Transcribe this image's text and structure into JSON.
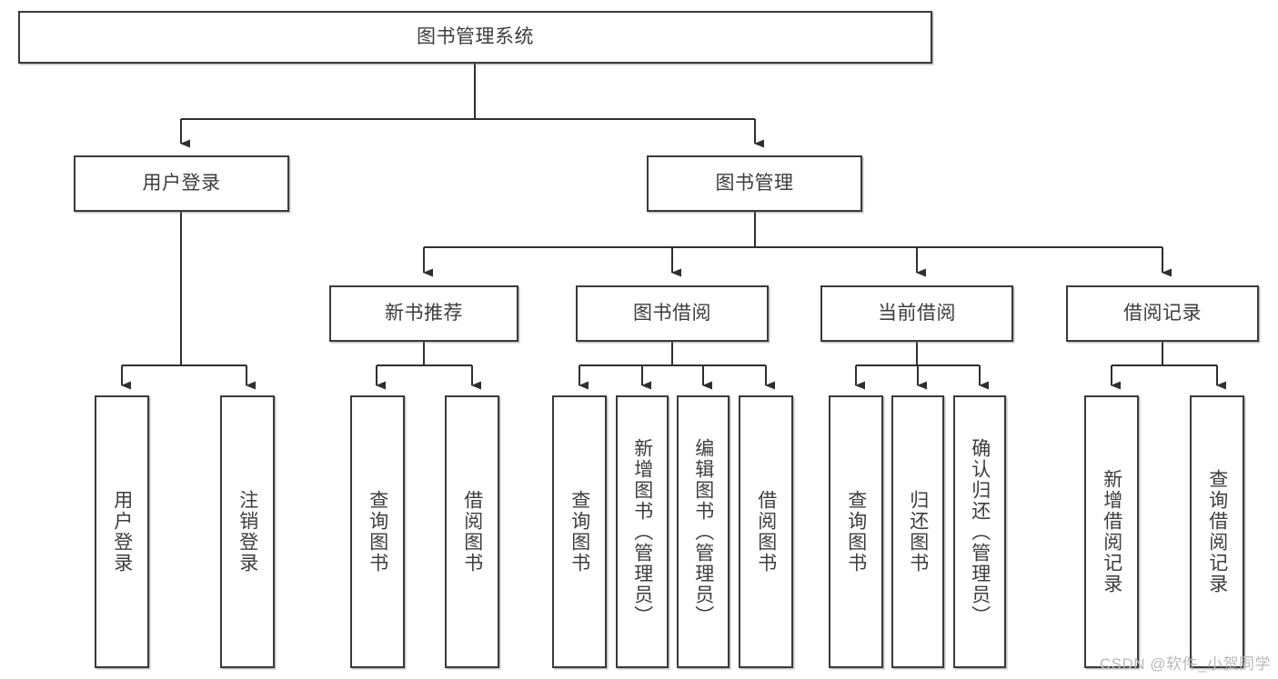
{
  "diagram": {
    "type": "hierarchy-tree",
    "title": "图书管理系统",
    "orientation": "top-down",
    "root": {
      "id": "root",
      "label": "图书管理系统"
    },
    "level2": [
      {
        "id": "user-login",
        "label": "用户登录"
      },
      {
        "id": "book-manage",
        "label": "图书管理"
      }
    ],
    "level3": [
      {
        "id": "new-book-recommend",
        "label": "新书推荐"
      },
      {
        "id": "book-borrow",
        "label": "图书借阅"
      },
      {
        "id": "current-borrow",
        "label": "当前借阅"
      },
      {
        "id": "borrow-record",
        "label": "借阅记录"
      }
    ],
    "leaves": {
      "user_login": [
        {
          "id": "leaf-user-login",
          "label": "用户登录"
        },
        {
          "id": "leaf-logout-login",
          "label": "注销登录"
        }
      ],
      "new_book_recommend": [
        {
          "id": "leaf-query-book-1",
          "label": "查询图书"
        },
        {
          "id": "leaf-borrow-book-1",
          "label": "借阅图书"
        }
      ],
      "book_borrow": [
        {
          "id": "leaf-query-book-2",
          "label": "查询图书"
        },
        {
          "id": "leaf-add-book",
          "label": "新增图书（管理员）"
        },
        {
          "id": "leaf-edit-book",
          "label": "编辑图书（管理员）"
        },
        {
          "id": "leaf-borrow-book-2",
          "label": "借阅图书"
        }
      ],
      "current_borrow": [
        {
          "id": "leaf-query-book-3",
          "label": "查询图书"
        },
        {
          "id": "leaf-return-book",
          "label": "归还图书"
        },
        {
          "id": "leaf-confirm-return",
          "label": "确认归还（管理员）"
        }
      ],
      "borrow_record": [
        {
          "id": "leaf-add-record",
          "label": "新增借阅记录"
        },
        {
          "id": "leaf-query-record",
          "label": "查询借阅记录"
        }
      ]
    },
    "colors": {
      "box_border": "#3a3a3a",
      "box_fill": "#ffffff",
      "text": "#3d3d3d",
      "edge": "#2f2f2f",
      "watermark": "#b9b9b9",
      "background": "#ffffff"
    }
  },
  "watermark": {
    "text": "CSDN @软件_小贺同学"
  }
}
